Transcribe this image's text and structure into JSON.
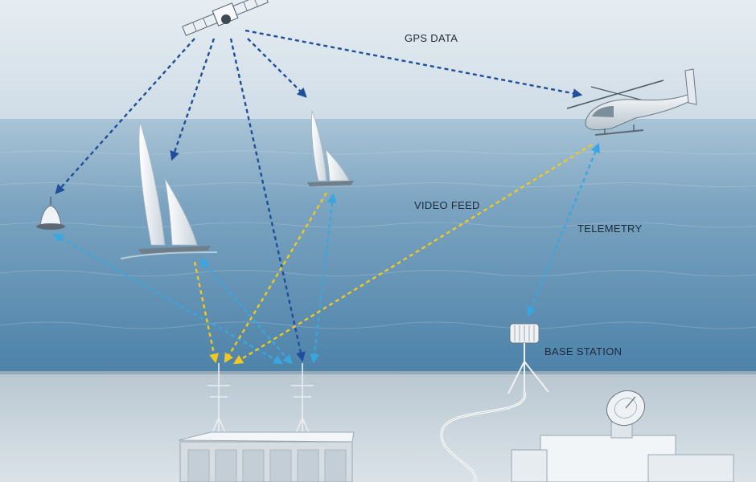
{
  "labels": {
    "gps_data": "GPS DATA",
    "video_feed": "VIDEO FEED",
    "telemetry": "TELEMETRY",
    "base_station": "BASE STATION"
  },
  "colors": {
    "gps_link": "#1f4f9a",
    "telemetry_link": "#3aa6e0",
    "video_link": "#f0c81e",
    "sky_top": "#dfe8ee",
    "sea_far": "#8fb4cc",
    "sea_near": "#4f86ad",
    "shore": "#c6d2db"
  },
  "icons": {
    "satellite": "satellite-icon",
    "helicopter": "helicopter-icon",
    "buoy": "buoy-icon",
    "boat_large": "catamaran-icon",
    "boat_small": "catamaran-icon",
    "antenna_left": "antenna-mast-icon",
    "antenna_right": "antenna-mast-icon",
    "base_station": "radar-antenna-icon",
    "building_left": "control-building-icon",
    "building_right": "satellite-dish-building-icon"
  }
}
